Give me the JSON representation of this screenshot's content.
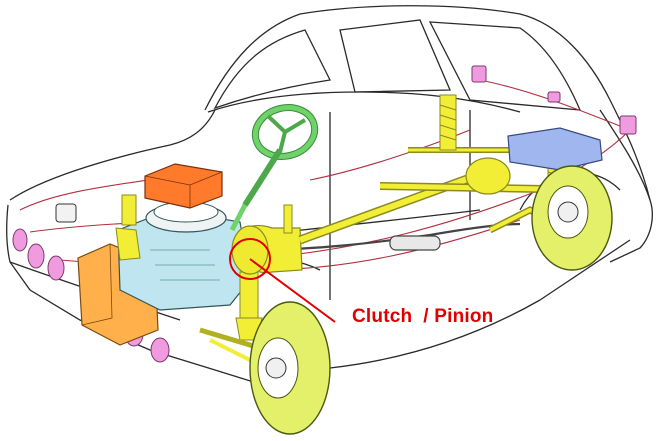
{
  "callout": {
    "label": "Clutch  / Pinion"
  },
  "components": {
    "body": "car-body-outline",
    "wheels": "tire-icon",
    "engine": "engine-block",
    "radiator": "radiator",
    "battery": "battery",
    "steering": "steering-wheel",
    "driveshaft": "driveshaft",
    "rear_axle": "rear-axle-differential",
    "fuel_tank": "fuel-tank",
    "suspension": "coil-spring-strut"
  },
  "colors": {
    "callout": "#e00000",
    "suspension": "#f2ee36",
    "tire": "#e4f06a",
    "engine": "#bfe6f0",
    "radiator": "#ffb04a",
    "battery": "#ff7a2a",
    "steering": "#6fd36a",
    "fuel_tank": "#9fb6ee",
    "lamp": "#f09be0",
    "outline": "#2a2a2a"
  }
}
